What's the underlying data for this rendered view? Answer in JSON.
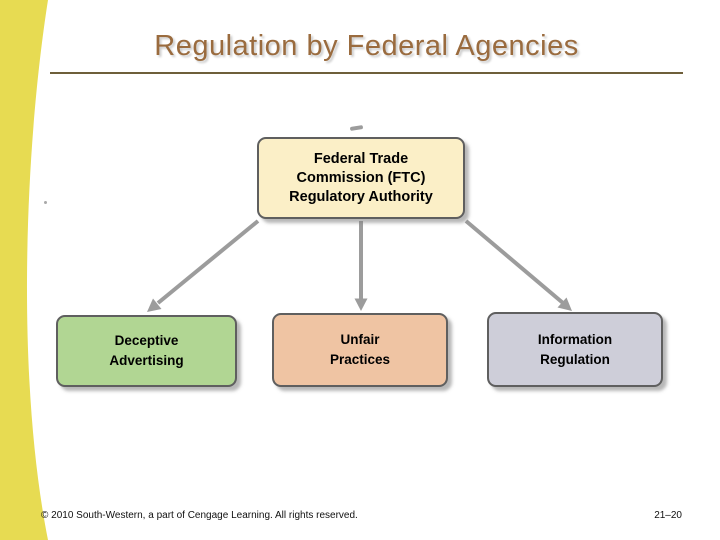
{
  "slide": {
    "title": "Regulation by Federal Agencies",
    "footer": {
      "copyright": "© 2010 South-Western, a part of Cengage Learning. All rights reserved.",
      "page_number": "21–20"
    },
    "colors": {
      "accent_bar": "#E7DB52",
      "title_text": "#9A6B3E",
      "divider_line": "#6E5F3A",
      "root_box_fill": "#FBEFC7",
      "deceptive_box_fill": "#B1D693",
      "unfair_box_fill": "#EFC4A3",
      "information_box_fill": "#CECED9",
      "connector": "#9C9C9C",
      "box_border": "#5F5F5F"
    }
  },
  "diagram": {
    "root": {
      "id": "ftc-regulatory-authority",
      "lines": [
        "Federal Trade",
        "Commission (FTC)",
        "Regulatory Authority"
      ]
    },
    "children": [
      {
        "id": "deceptive-advertising",
        "lines": [
          "Deceptive",
          "Advertising"
        ]
      },
      {
        "id": "unfair-practices",
        "lines": [
          "Unfair",
          "Practices"
        ]
      },
      {
        "id": "information-regulation",
        "lines": [
          "Information",
          "Regulation"
        ]
      }
    ]
  }
}
